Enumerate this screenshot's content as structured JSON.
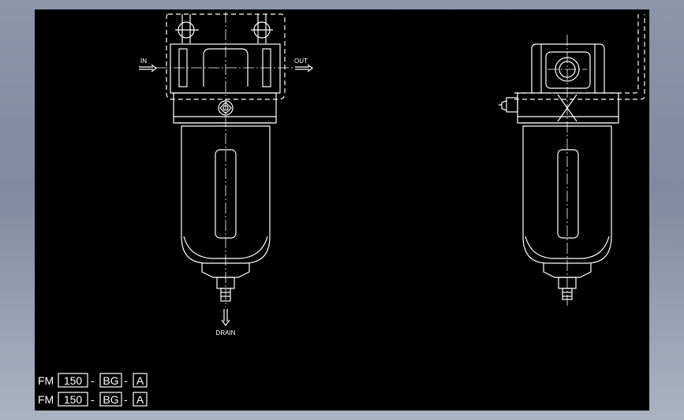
{
  "viewport": {
    "background_color": "#000000",
    "frame_color": "#8a96aa"
  },
  "labels": {
    "inlet": "IN",
    "outlet": "OUT",
    "drain": "DRAIN"
  },
  "model_codes": [
    {
      "prefix": "FM",
      "size": "150",
      "sep1": "-",
      "option": "BG",
      "sep2": "-",
      "suffix": "A"
    },
    {
      "prefix": "FM",
      "size": "150",
      "sep1": "-",
      "option": "BG",
      "sep2": "-",
      "suffix": "A"
    }
  ],
  "colors": {
    "line": "#ffffff",
    "background": "#000000"
  }
}
